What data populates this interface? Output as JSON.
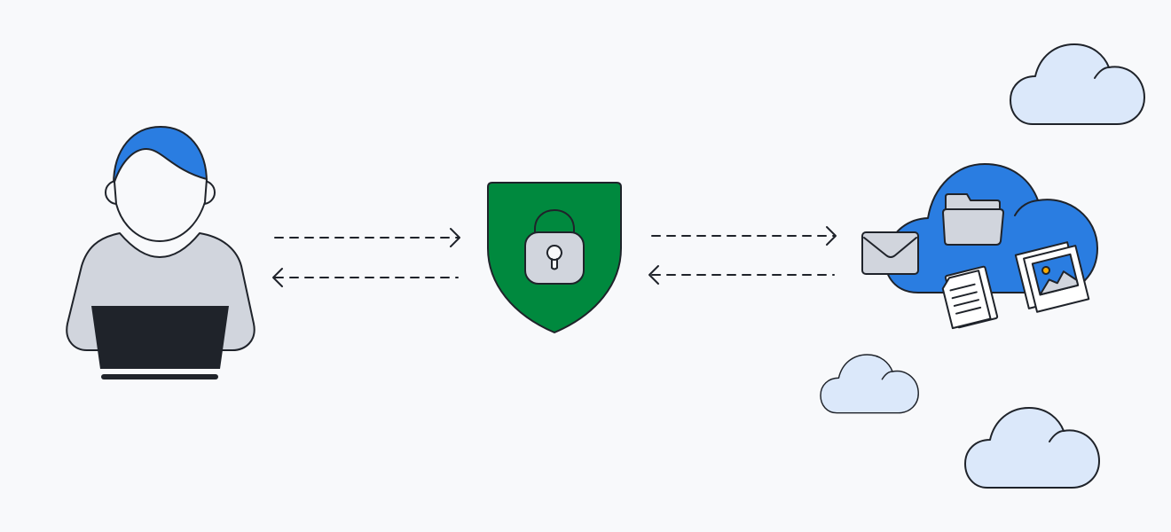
{
  "colors": {
    "background": "#f8f9fb",
    "accent_blue": "#2a7de1",
    "shield_green": "#00893e",
    "neutral_grey": "#d1d5dd",
    "outline_dark": "#1f232a",
    "light_cloud": "#dbe8fa",
    "sun_yellow": "#f9ab00"
  },
  "icons": [
    "user-with-laptop-icon",
    "shield-lock-icon",
    "cloud-storage-icon",
    "envelope-icon",
    "folder-icon",
    "documents-icon",
    "photos-icon",
    "cloud-icon"
  ],
  "flows": [
    {
      "from": "user",
      "to": "shield",
      "style": "dashed"
    },
    {
      "from": "shield",
      "to": "user",
      "style": "dashed"
    },
    {
      "from": "shield",
      "to": "cloud",
      "style": "dashed"
    },
    {
      "from": "cloud",
      "to": "shield",
      "style": "dashed"
    }
  ]
}
